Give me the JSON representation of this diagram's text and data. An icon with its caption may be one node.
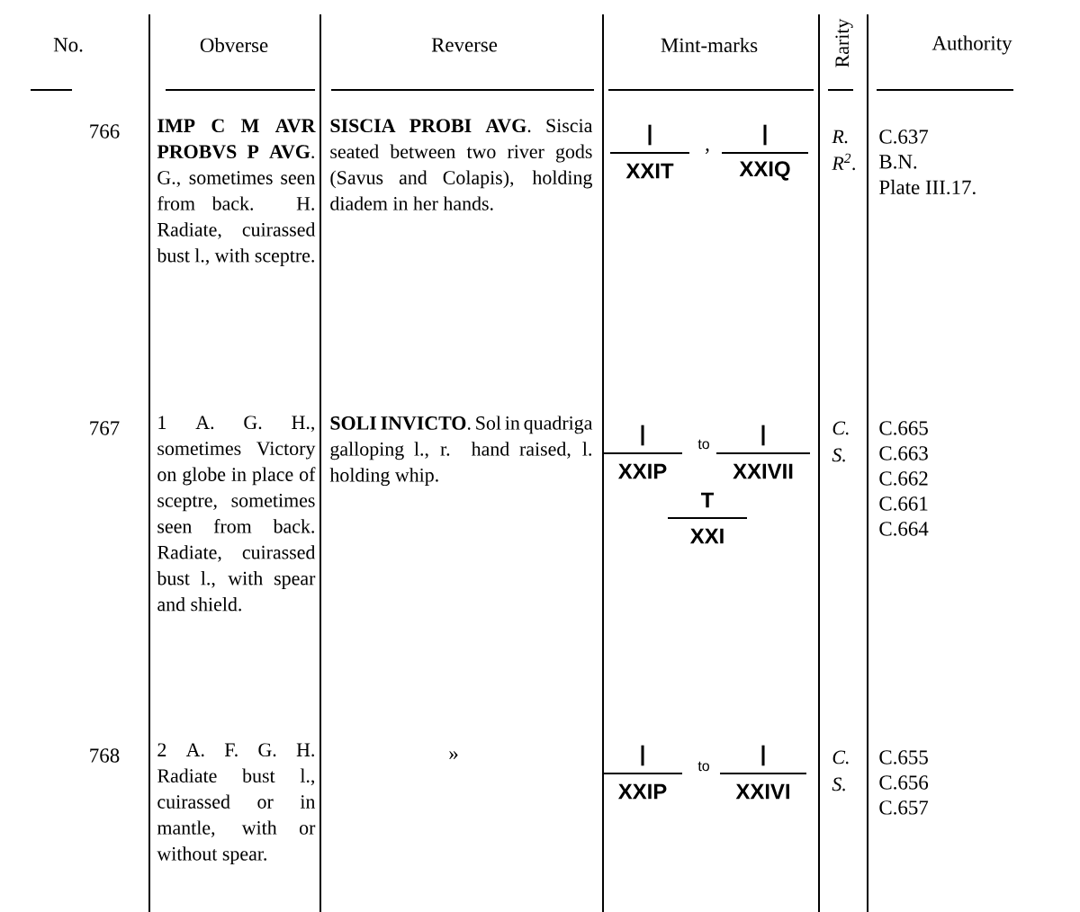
{
  "diagram": {
    "labels": [
      "No.",
      "Obverse",
      "Reverse",
      "Mint-marks",
      "Rarity",
      "Authority",
      "766",
      "**IMP C M AVR PROBVS P AVG**. G., sometimes seen from back. H. Radiate, cuirassed bust l., with sceptre.",
      "**SISCIA PROBI AVG**. Siscia seated between two river gods (Savus and Colapis), holding diadem in her hands.",
      "|",
      "XXIT",
      ",",
      "|",
      "XXIQ",
      "R.",
      "R$^{2}$.",
      "C.637",
      "B.N.",
      "Plate III.17.",
      "767",
      "1 A. G. H., sometimes Victory on globe in place of sceptre, sometimes seen from back. Radiate, cuirassed bust l., with spear and shield.",
      "**SOLI INVICTO**. Sol in quadriga galloping l., r. hand raised, l. holding whip.",
      "|",
      "XXIP",
      "to",
      "|",
      "XXIVII",
      "T",
      "XXI",
      "C.",
      "S.",
      "C.665",
      "C.663",
      "C.662",
      "C.661",
      "C.664",
      "768",
      "2 A. F. G. H. Radiate bust l., cuirassed or in mantle, with or without spear.",
      "»",
      "|",
      "XXIP",
      "to",
      "|",
      "XXIVI",
      "C.",
      "S.",
      "C.655",
      "C.656",
      "C.657"
    ]
  }
}
